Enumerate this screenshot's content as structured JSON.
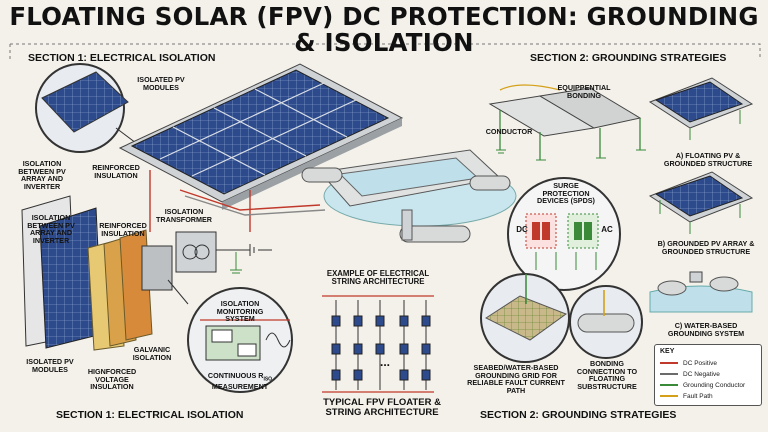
{
  "title": "FLOATING SOLAR (FPV) DC PROTECTION: GROUNDING & ISOLATION",
  "sections": {
    "s1_top": "SECTION 1: ELECTRICAL ISOLATION",
    "s2_top": "SECTION 2: GROUNDING STRATEGIES",
    "s1_bottom": "SECTION 1: ELECTRICAL ISOLATION",
    "s2_bottom": "SECTION 2: GROUNDING STRATEGIES"
  },
  "labels": {
    "isolated_pv_modules_top": "ISOLATED PV MODULES",
    "isolation_between_1": "ISOLATION BETWEEN PV ARRAY AND INVERTER",
    "reinforced_insulation_1": "REINFORCED INSULATION",
    "isolation_transformer": "ISOLATION TRANSFORMER",
    "isolation_between_2": "ISOLATION BETWEEN PV ARRAY AND INVERTER",
    "reinforced_insulation_2": "REINFORCED INSULATION",
    "isolated_pv_modules_bottom": "ISOLATED PV MODULES",
    "high_voltage_insulation": "HIGNFORCED VOLTAGE INSULATION",
    "galvanic_isolation": "GALVANIC ISOLATION",
    "isolation_monitoring": "ISOLATION MONITORING SYSTEM",
    "continuous_measurement": "CONTINUOUS R",
    "continuous_sub": "ISO",
    "measurement": "MEASUREMENT",
    "example_string": "EXAMPLE OF ELECTRICAL STRING ARCHITECTURE",
    "typical_fpv": "TYPICAL FPV FLOATER & STRING ARCHITECTURE",
    "equipotential_bonding": "EQUIPPENTIAL BONDING",
    "conductor": "CONDUCTOR",
    "spd_title": "SURGE PROTECTION DEVICES (SPDs)",
    "dc": "DC",
    "ac": "AC",
    "floating_pv": "a) FLOATING PV & GROUNDED STRUCTURE",
    "grounded_pv": "b) GROUNDED PV ARRAY & GROUNDED STRUCTURE",
    "water_based": "c) WATER-BASED GROUNDING SYSTEM",
    "seabed": "SEABED/WATER-BASED GROUNDING GRID FOR RELIABLE FAULT CURRENT PATH",
    "bonding": "BONDING CONNECTION TO FLOATING SUBSTRUCTURE",
    "dots": "..."
  },
  "key": {
    "title": "KEY",
    "items": [
      {
        "label": "DC Positive",
        "color": "#c0392b"
      },
      {
        "label": "DC Negative",
        "color": "#6b6b6b"
      },
      {
        "label": "Grounding Conductor",
        "color": "#3a8a3a"
      },
      {
        "label": "Fault Path",
        "color": "#d4a017"
      }
    ]
  },
  "colors": {
    "panel": "#2c4a8c",
    "float": "#d7dad9",
    "water": "#bfe0ea",
    "dc_pos": "#c0392b",
    "ground": "#3a8a3a"
  }
}
